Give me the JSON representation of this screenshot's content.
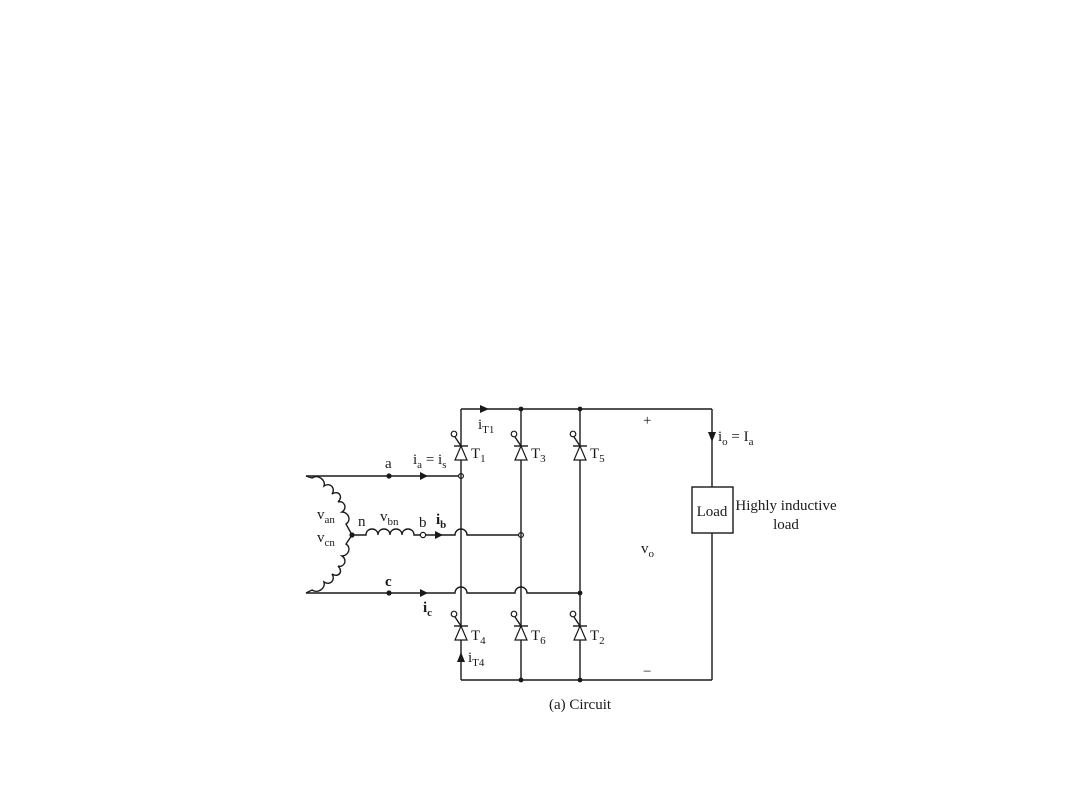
{
  "labels": {
    "node_a": "a",
    "node_b": "b",
    "node_c": "c",
    "neutral": "n",
    "ia": "i",
    "ia_sub": "a",
    "ia_eq": " = i",
    "is_sub": "s",
    "ib": "i",
    "ib_sub": "b",
    "ic": "i",
    "ic_sub": "c",
    "van": "v",
    "van_sub": "an",
    "vbn": "v",
    "vbn_sub": "bn",
    "vcn": "v",
    "vcn_sub": "cn",
    "iT1": "i",
    "iT1_sub": "T1",
    "iT4": "i",
    "iT4_sub": "T4",
    "T1": "T",
    "T1_sub": "1",
    "T3": "T",
    "T3_sub": "3",
    "T5": "T",
    "T5_sub": "5",
    "T4": "T",
    "T4_sub": "4",
    "T6": "T",
    "T6_sub": "6",
    "T2": "T",
    "T2_sub": "2",
    "io": "i",
    "io_sub": "o",
    "io_eq": " = I",
    "Ia_sub": "a",
    "plus": "+",
    "minus": "−",
    "vo": "v",
    "vo_sub": "o",
    "load": "Load",
    "load_desc_line1": "Highly inductive",
    "load_desc_line2": "load",
    "caption": "(a) Circuit"
  }
}
